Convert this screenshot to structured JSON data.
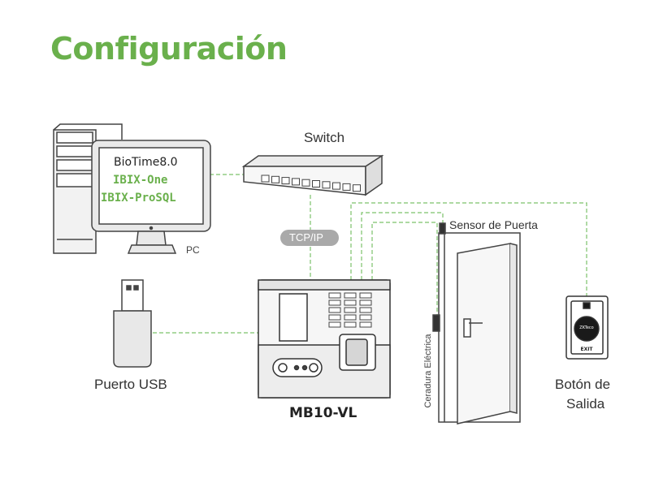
{
  "title": "Configuración",
  "pc": {
    "software": "BioTime8.0",
    "product1": "IBIX-One",
    "product2": "IBIX-ProSQL",
    "label": "PC"
  },
  "switch": {
    "label": "Switch"
  },
  "network": {
    "tag": "TCP/IP"
  },
  "usb": {
    "label": "Puerto USB"
  },
  "device": {
    "label": "MB10-VL"
  },
  "door": {
    "sensor_label": "Sensor de Puerta",
    "lock_label": "Ceradura Eléctrica"
  },
  "exit_button": {
    "label_line1": "Botón de",
    "label_line2": "Salida",
    "brand": "ZKTeco",
    "face_text": "EXIT"
  },
  "colors": {
    "title": "#6ab04c",
    "product": "#6ab04c",
    "wire": "#7cc26a",
    "outline": "#333333",
    "tag_bg": "#a9a9a9"
  }
}
